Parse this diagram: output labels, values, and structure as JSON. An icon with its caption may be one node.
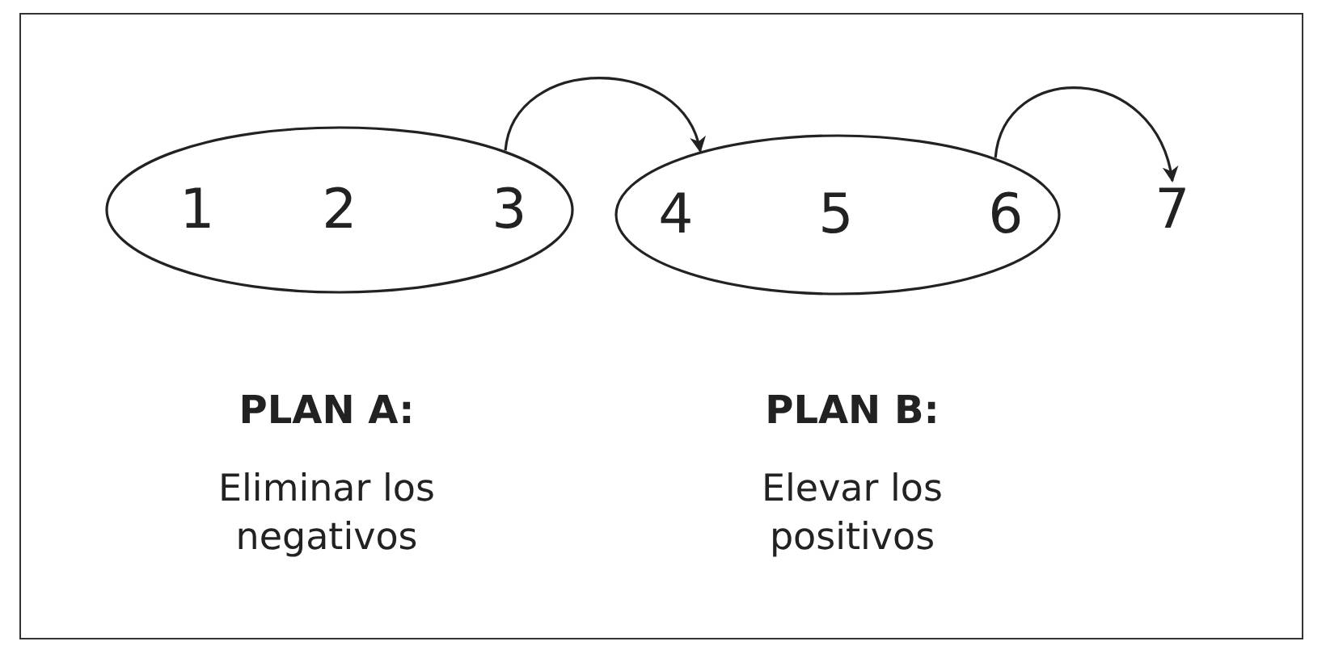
{
  "diagram": {
    "nodes": [
      {
        "text": [
          "1",
          "2",
          "3"
        ],
        "beside": [
          "PLAN A:",
          "Eliminar los negativos"
        ]
      },
      {
        "text": [
          "4",
          "5",
          "6"
        ],
        "beside": [
          "PLAN B:",
          "Elevar los positivos"
        ]
      },
      {
        "text": [
          "7"
        ]
      }
    ],
    "edges": [
      {
        "from": 0,
        "to": 1,
        "arrow": "to"
      },
      {
        "from": 1,
        "to": 2,
        "arrow": "to"
      }
    ]
  }
}
